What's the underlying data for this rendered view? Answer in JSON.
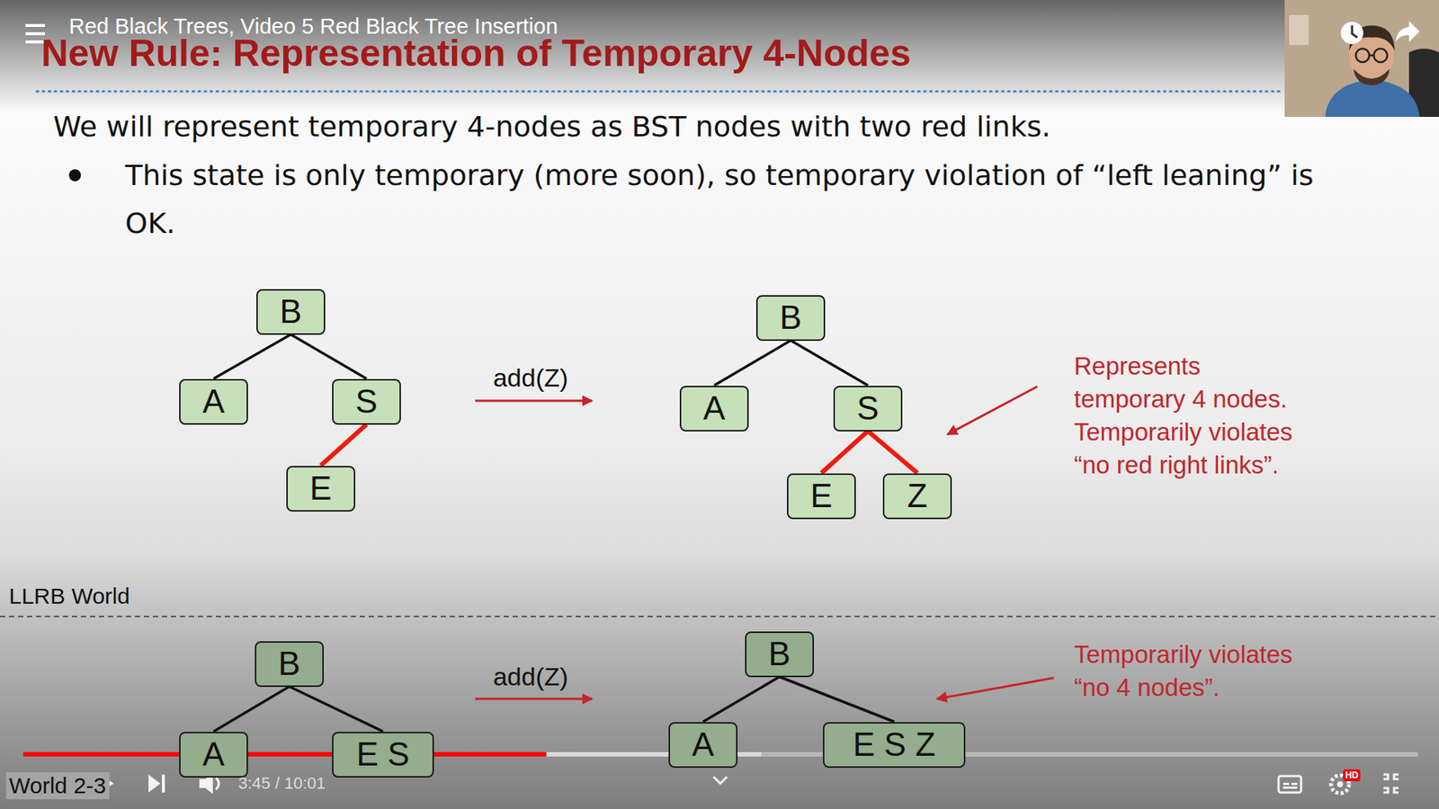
{
  "diagram": {
    "title": "New Rule: Representation of Temporary 4-Nodes",
    "nodes": [
      {
        "text": [
          "B"
        ]
      },
      {
        "text": [
          "A"
        ]
      },
      {
        "text": [
          "S"
        ]
      },
      {
        "text": [
          "E"
        ]
      },
      {
        "text": [
          "B"
        ]
      },
      {
        "text": [
          "A"
        ]
      },
      {
        "text": [
          "S"
        ]
      },
      {
        "text": [
          "E"
        ]
      },
      {
        "text": [
          "Z"
        ]
      },
      {
        "text": [
          "B"
        ]
      },
      {
        "text": [
          "A"
        ]
      },
      {
        "text": [
          "E S"
        ]
      },
      {
        "text": [
          "B"
        ]
      },
      {
        "text": [
          "A"
        ]
      },
      {
        "text": [
          "E S Z"
        ]
      }
    ],
    "edges": [
      {
        "from": 0,
        "to": 1,
        "arrow": "none"
      },
      {
        "from": 0,
        "to": 2,
        "arrow": "none"
      },
      {
        "from": 2,
        "to": 3,
        "arrow": "none"
      },
      {
        "from": 4,
        "to": 5,
        "arrow": "none"
      },
      {
        "from": 4,
        "to": 6,
        "arrow": "none"
      },
      {
        "from": 6,
        "to": 7,
        "arrow": "none"
      },
      {
        "from": 6,
        "to": 8,
        "arrow": "none"
      },
      {
        "from": 9,
        "to": 10,
        "arrow": "none"
      },
      {
        "from": 9,
        "to": 11,
        "arrow": "none"
      },
      {
        "from": 12,
        "to": 13,
        "arrow": "none"
      },
      {
        "from": 12,
        "to": 14,
        "arrow": "none"
      }
    ],
    "labels": [
      "Red Black Trees, Video 5 Red Black Tree Insertion",
      "We will represent temporary 4-nodes as BST nodes with two red links.",
      "This state is only temporary (more soon), so temporary violation of “left leaning” is OK.",
      "add(Z)",
      "Represents temporary 4 nodes. Temporarily violates “no red right links”.",
      "LLRB World",
      "add(Z)",
      "Temporarily violates “no 4 nodes”.",
      "World 2-3",
      "3:45 / 10:01",
      "HD"
    ]
  }
}
